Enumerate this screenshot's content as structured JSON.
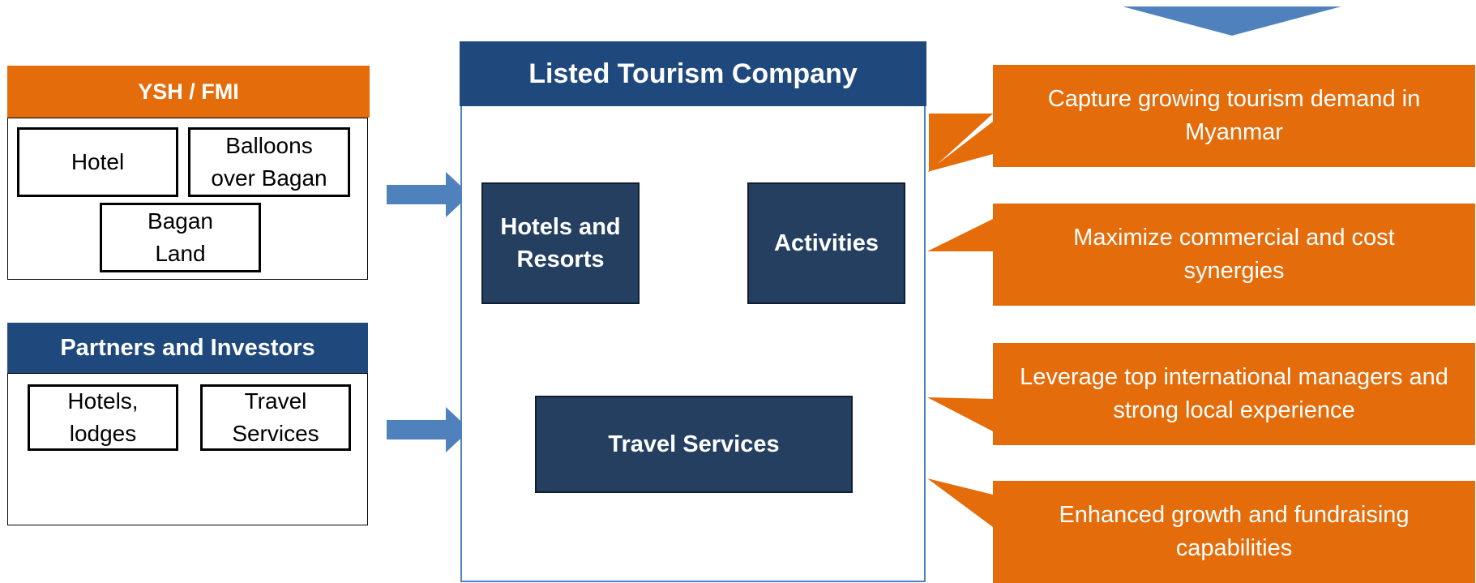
{
  "ysh": {
    "title": "YSH / FMI",
    "hotel": "Hotel",
    "balloons": "Balloons over Bagan",
    "bagan_land": "Bagan Land"
  },
  "partners": {
    "title": "Partners and Investors",
    "hotels": "Hotels, lodges",
    "travel": "Travel Services"
  },
  "company": {
    "title": "Listed Tourism Company",
    "hotels_resorts": "Hotels and Resorts",
    "activities": "Activities",
    "travel_services": "Travel Services"
  },
  "benefits": [
    "Capture growing tourism demand in Myanmar",
    "Maximize commercial and cost synergies",
    "Leverage top international managers and strong local experience",
    "Enhanced growth and fundraising capabilities"
  ],
  "colors": {
    "orange": "#e46c0a",
    "navy": "#1f497d",
    "dark_box": "#243f60",
    "arrow_blue": "#4f81bd"
  },
  "icons": [
    "dollar-icon",
    "travelers-icon"
  ]
}
